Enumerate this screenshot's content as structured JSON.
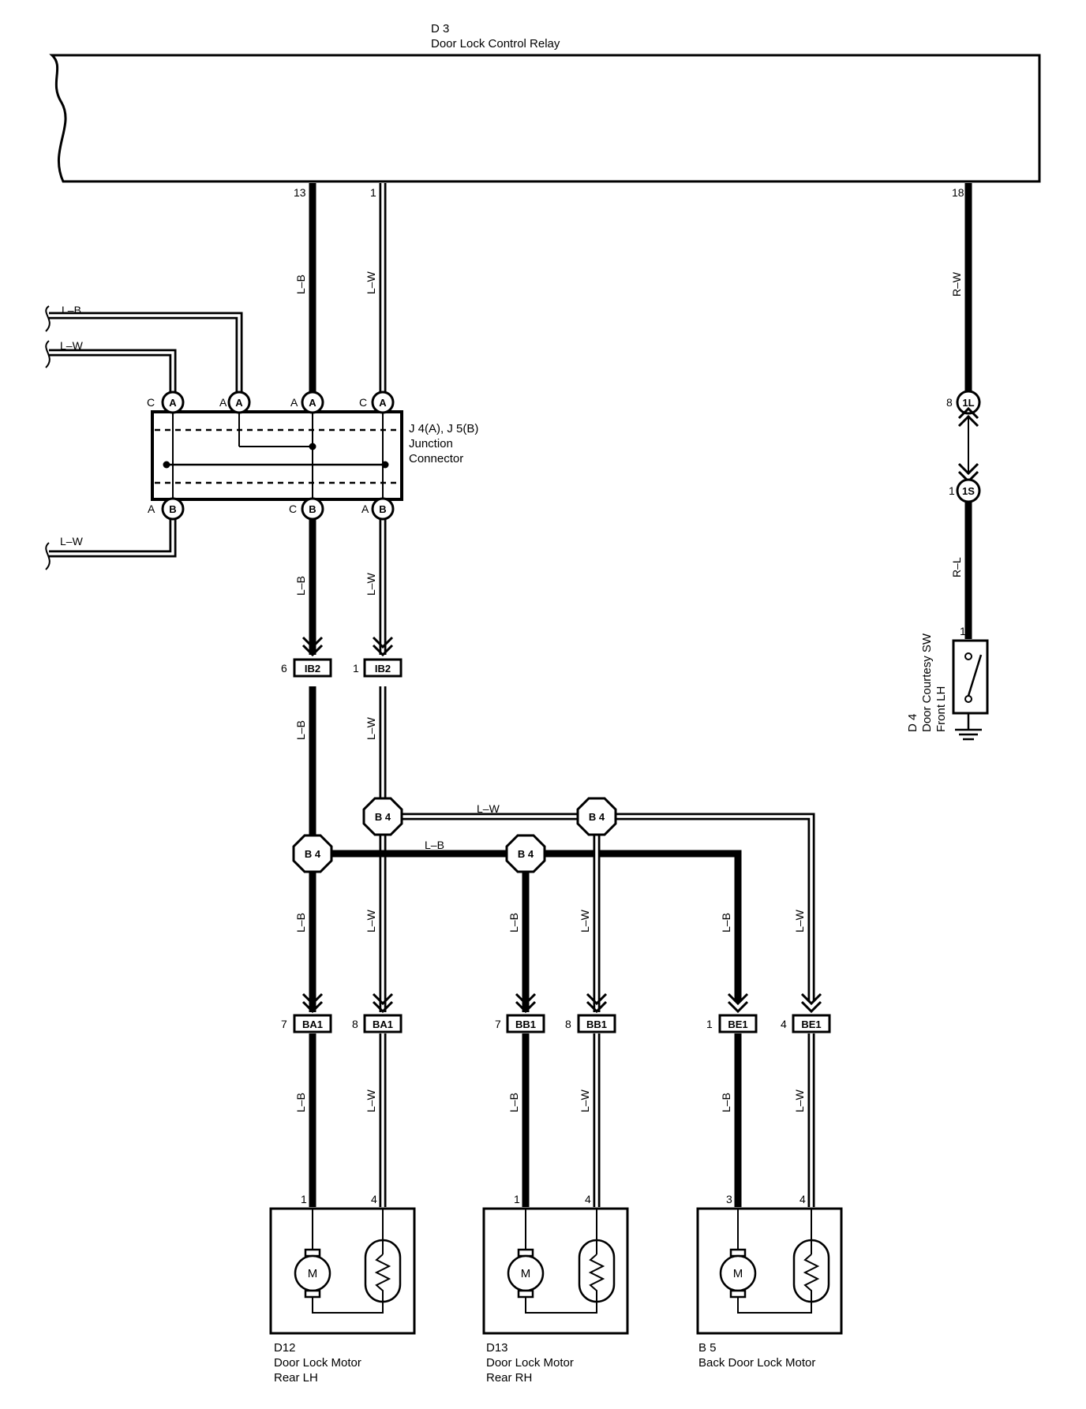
{
  "relay": {
    "id": "D 3",
    "name": "Door Lock Control Relay",
    "pins": [
      "13",
      "1",
      "18"
    ]
  },
  "junction": {
    "id": "J 4(A), J 5(B)",
    "line1": "Junction",
    "line2": "Connector",
    "top_pins": [
      {
        "letter": "C",
        "code": "A"
      },
      {
        "letter": "A",
        "code": "A"
      },
      {
        "letter": "A",
        "code": "A"
      },
      {
        "letter": "C",
        "code": "A"
      }
    ],
    "bottom_pins": [
      {
        "letter": "A",
        "code": "B"
      },
      {
        "letter": "C",
        "code": "B"
      },
      {
        "letter": "A",
        "code": "B"
      }
    ]
  },
  "side_wires": [
    "L–B",
    "L–W",
    "L–W"
  ],
  "wire_labels": {
    "lb": "L–B",
    "lw": "L–W",
    "rw": "R–W",
    "rl": "R–L"
  },
  "connectors": {
    "ib2_left": {
      "pin": "6",
      "code": "IB2"
    },
    "ib2_right": {
      "pin": "1",
      "code": "IB2"
    },
    "ba1_left": {
      "pin": "7",
      "code": "BA1"
    },
    "ba1_right": {
      "pin": "8",
      "code": "BA1"
    },
    "bb1_left": {
      "pin": "7",
      "code": "BB1"
    },
    "bb1_right": {
      "pin": "8",
      "code": "BB1"
    },
    "be1_left": {
      "pin": "1",
      "code": "BE1"
    },
    "be1_right": {
      "pin": "4",
      "code": "BE1"
    },
    "c1l": {
      "pin": "8",
      "code": "1L"
    },
    "c1s": {
      "pin": "1",
      "code": "1S"
    }
  },
  "splice_label": "B 4",
  "switch": {
    "id": "D 4",
    "line1": "Door Courtesy SW",
    "line2": "Front LH",
    "pin": "1"
  },
  "motor_symbol": "M",
  "motors": [
    {
      "id": "D12",
      "line1": "Door Lock Motor",
      "line2": "Rear LH",
      "pin_a": "1",
      "pin_b": "4"
    },
    {
      "id": "D13",
      "line1": "Door Lock Motor",
      "line2": "Rear RH",
      "pin_a": "1",
      "pin_b": "4"
    },
    {
      "id": "B 5",
      "line1": "Back Door Lock Motor",
      "line2": "",
      "pin_a": "3",
      "pin_b": "4"
    }
  ]
}
